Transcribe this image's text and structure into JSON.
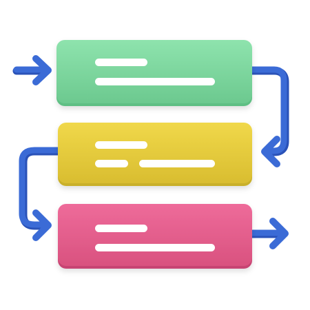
{
  "colors": {
    "background": "#ffffff",
    "arrow": "#3b6bd6",
    "arrow_dark": "#2a52b8",
    "line_fill": "#ffffff",
    "box1": "#7fd9a0",
    "box1_dark": "#5fbf84",
    "box2": "#e8cf3e",
    "box2_dark": "#c9b02a",
    "box3": "#e55f8f",
    "box3_dark": "#c74573"
  },
  "icons": {
    "entry_arrow": "arrow-right-icon",
    "exit_arrow": "arrow-right-icon"
  },
  "steps": [
    {
      "id": "step-1",
      "color": "box1",
      "lines": 2
    },
    {
      "id": "step-2",
      "color": "box2",
      "lines": 3
    },
    {
      "id": "step-3",
      "color": "box3",
      "lines": 2
    }
  ]
}
